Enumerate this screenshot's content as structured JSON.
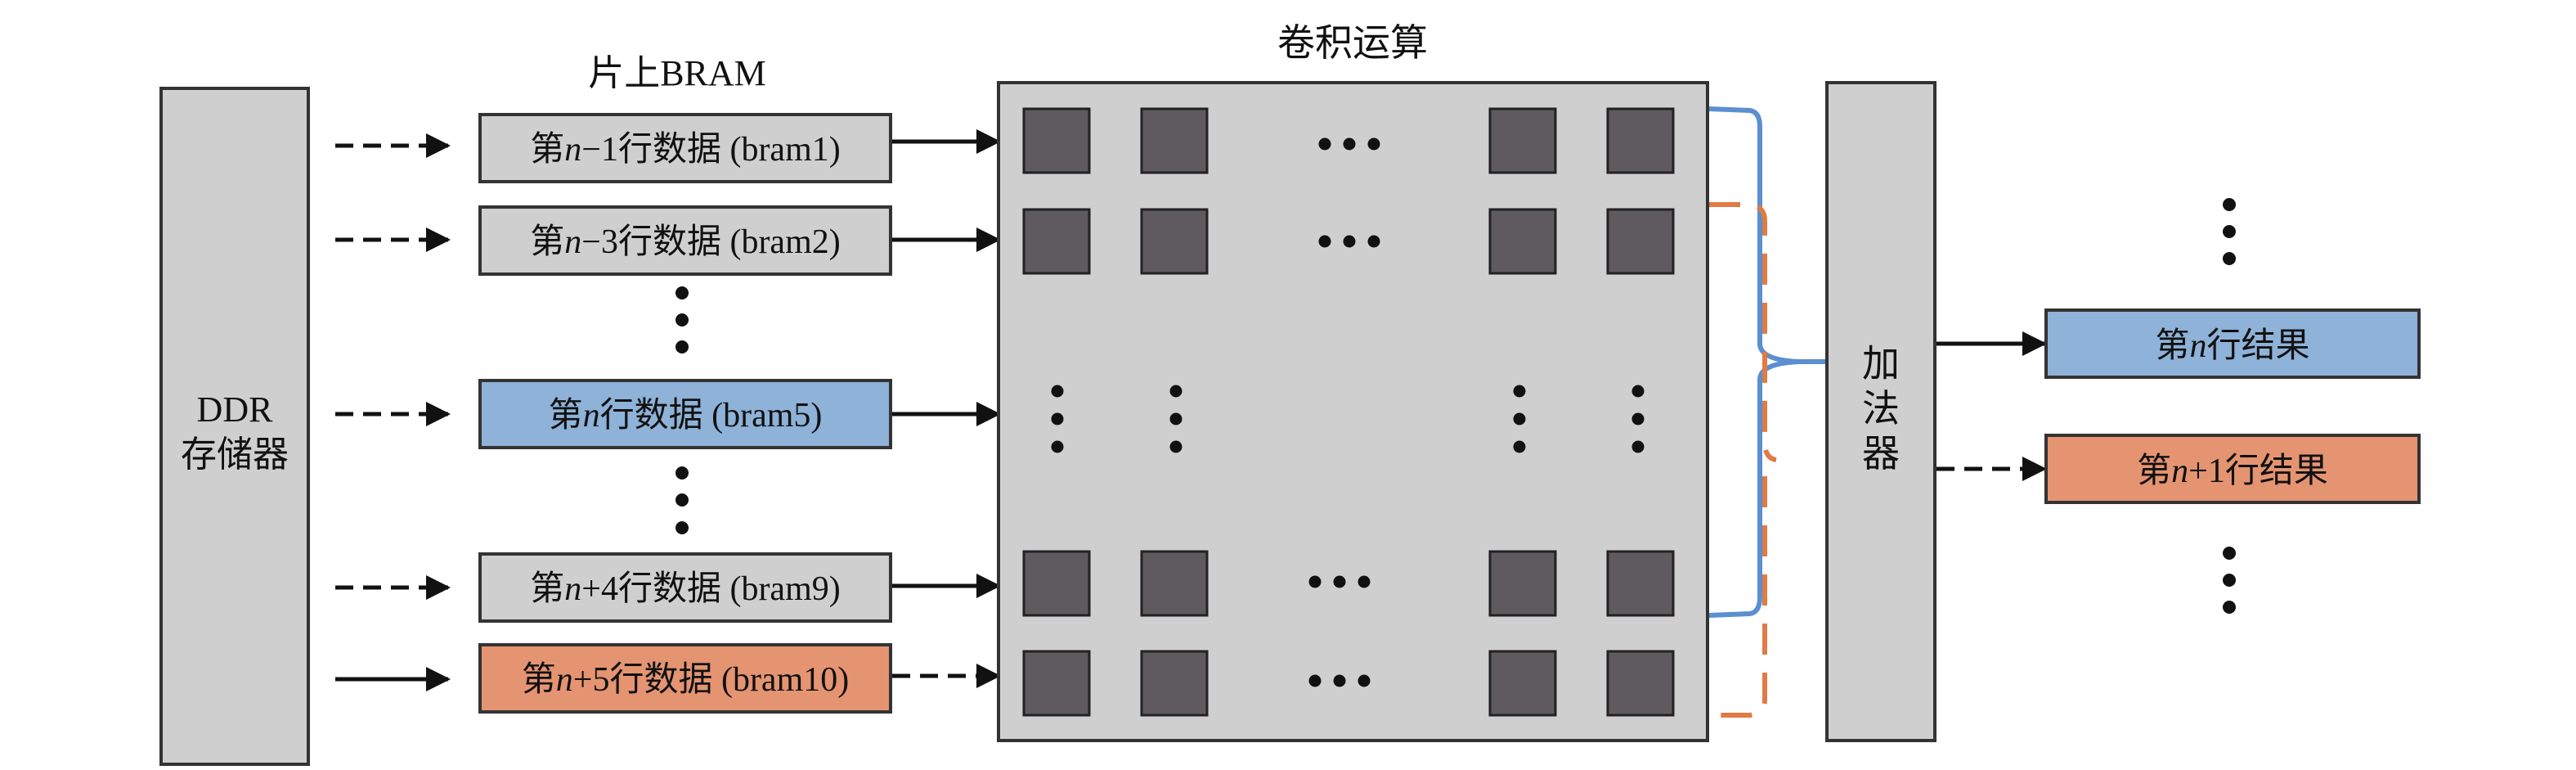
{
  "ddr": {
    "line1": "DDR",
    "line2": "存储器"
  },
  "bram": {
    "title": "片上BRAM",
    "rows": [
      {
        "pre": "第",
        "var": "n",
        "post": "−1行数据 (bram1)",
        "color": "#d0cfcf"
      },
      {
        "pre": "第",
        "var": "n",
        "post": "−3行数据 (bram2)",
        "color": "#d0cfcf"
      },
      {
        "pre": "第",
        "var": "n",
        "post": "行数据 (bram5)",
        "color": "#8eb2d8"
      },
      {
        "pre": "第",
        "var": "n",
        "post": "+4行数据 (bram9)",
        "color": "#d0cfcf"
      },
      {
        "pre": "第",
        "var": "n",
        "post": "+5行数据 (bram10)",
        "color": "#e59472"
      }
    ]
  },
  "conv": {
    "title": "卷积运算"
  },
  "adder": {
    "c1": "加",
    "c2": "法",
    "c3": "器"
  },
  "results": [
    {
      "pre": "第",
      "var": "n",
      "post": "行结果",
      "color": "#8eb2d8"
    },
    {
      "pre": "第",
      "var": "n",
      "post": "+1行结果",
      "color": "#e59472"
    }
  ],
  "colors": {
    "gray_fill": "#d0cfcf",
    "cell": "#5f5a5e",
    "blue_bracket": "#5b8fd0",
    "orange_bracket": "#e07b45"
  }
}
